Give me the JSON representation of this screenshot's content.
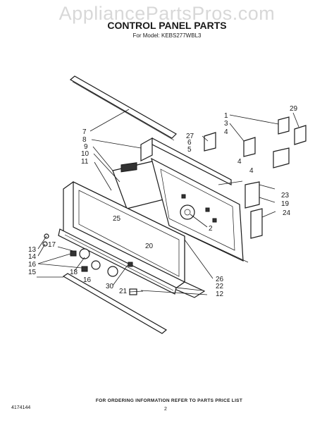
{
  "header": {
    "watermark": "AppliancePartsPros.com",
    "title": "CONTROL PANEL PARTS",
    "model_line": "For Model: KEBS277WBL3"
  },
  "callouts": {
    "c1": "1",
    "c2": "2",
    "c3": "3",
    "c4a": "4",
    "c4b": "4",
    "c4c": "4",
    "c5": "5",
    "c6": "6",
    "c7": "7",
    "c8": "8",
    "c9": "9",
    "c10": "10",
    "c11": "11",
    "c12": "12",
    "c13": "13",
    "c14": "14",
    "c15": "15",
    "c16a": "16",
    "c16b": "16",
    "c17": "17",
    "c18": "18",
    "c19": "19",
    "c20": "20",
    "c21": "21",
    "c22": "22",
    "c23": "23",
    "c24": "24",
    "c25": "25",
    "c26": "26",
    "c27": "27",
    "c29": "29",
    "c30": "30"
  },
  "footer": {
    "note": "FOR ORDERING INFORMATION REFER TO PARTS PRICE LIST",
    "doc_number": "4174144",
    "page_number": "2"
  }
}
